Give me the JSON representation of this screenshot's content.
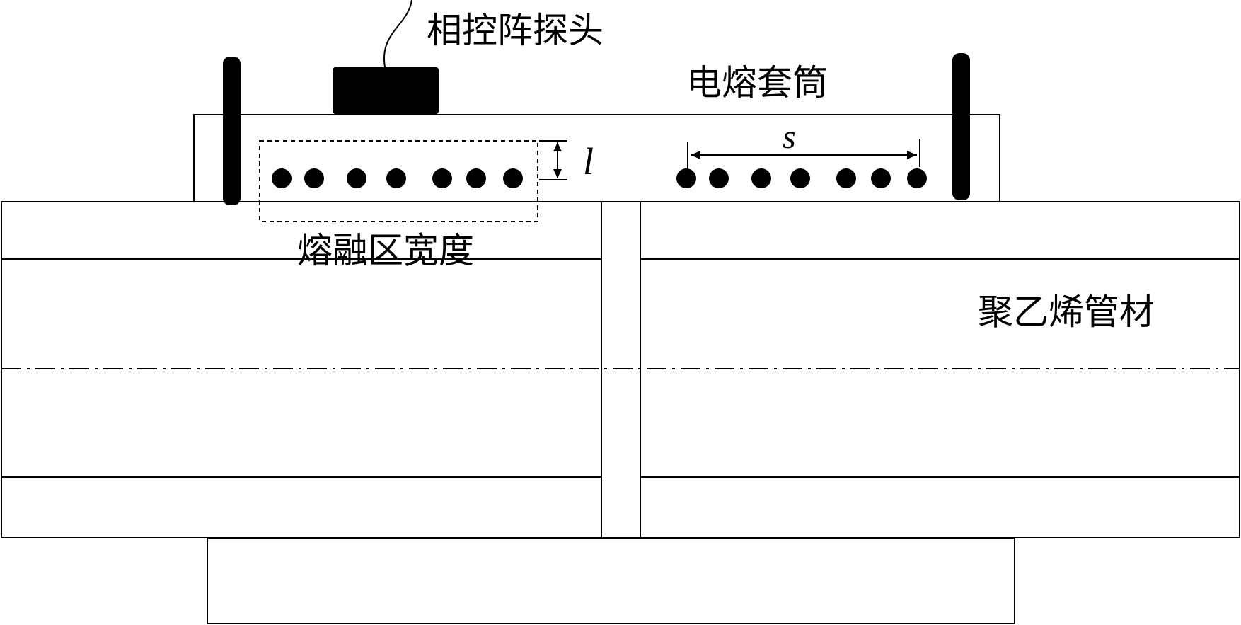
{
  "labels": {
    "probe": "相控阵探头",
    "sleeve": "电熔套筒",
    "fusion_zone": "熔融区宽度",
    "pipe": "聚乙烯管材",
    "var_l": "l",
    "var_s": "s"
  },
  "colors": {
    "line": "#000000",
    "fill_dark": "#000000",
    "background": "#ffffff"
  },
  "heating_wires": {
    "left_group_count": 7,
    "right_group_count": 7
  }
}
